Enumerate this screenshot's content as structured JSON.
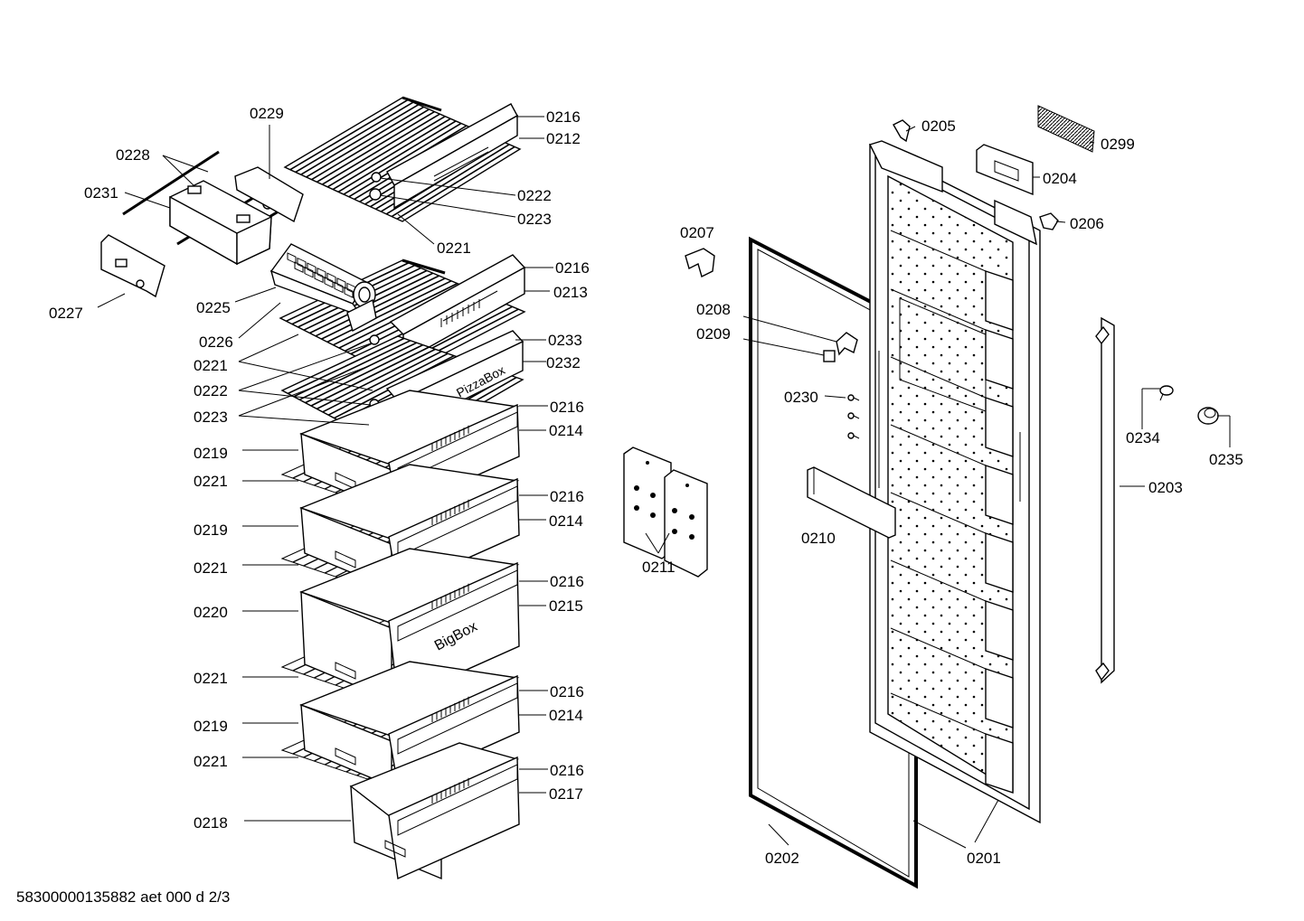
{
  "footer": {
    "doc_code": "58300000135882 aet 000 d 2/3"
  },
  "box_labels": {
    "pizza": "PizzaBox",
    "big": "BigBox"
  },
  "part_labels": {
    "l0229": "0229",
    "l0228": "0228",
    "l0231": "0231",
    "l0227": "0227",
    "l0216a": "0216",
    "l0212": "0212",
    "l0222a": "0222",
    "l0223a": "0223",
    "l0221a": "0221",
    "l0225": "0225",
    "l0226": "0226",
    "l0216b": "0216",
    "l0213": "0213",
    "l0221b": "0221",
    "l0222b": "0222",
    "l0223b": "0223",
    "l0233": "0233",
    "l0232": "0232",
    "l0219a": "0219",
    "l0216c": "0216",
    "l0214a": "0214",
    "l0221c": "0221",
    "l0216d": "0216",
    "l0219b": "0219",
    "l0214b": "0214",
    "l0221d": "0221",
    "l0216e": "0216",
    "l0220": "0220",
    "l0215": "0215",
    "l0221e": "0221",
    "l0216f": "0216",
    "l0219c": "0219",
    "l0214c": "0214",
    "l0221f": "0221",
    "l0216g": "0216",
    "l0217": "0217",
    "l0218": "0218",
    "l0205": "0205",
    "l0299": "0299",
    "l0204": "0204",
    "l0206": "0206",
    "l0207": "0207",
    "l0208": "0208",
    "l0209": "0209",
    "l0230": "0230",
    "l0211": "0211",
    "l0210": "0210",
    "l0234": "0234",
    "l0235": "0235",
    "l0203": "0203",
    "l0202": "0202",
    "l0201": "0201"
  }
}
